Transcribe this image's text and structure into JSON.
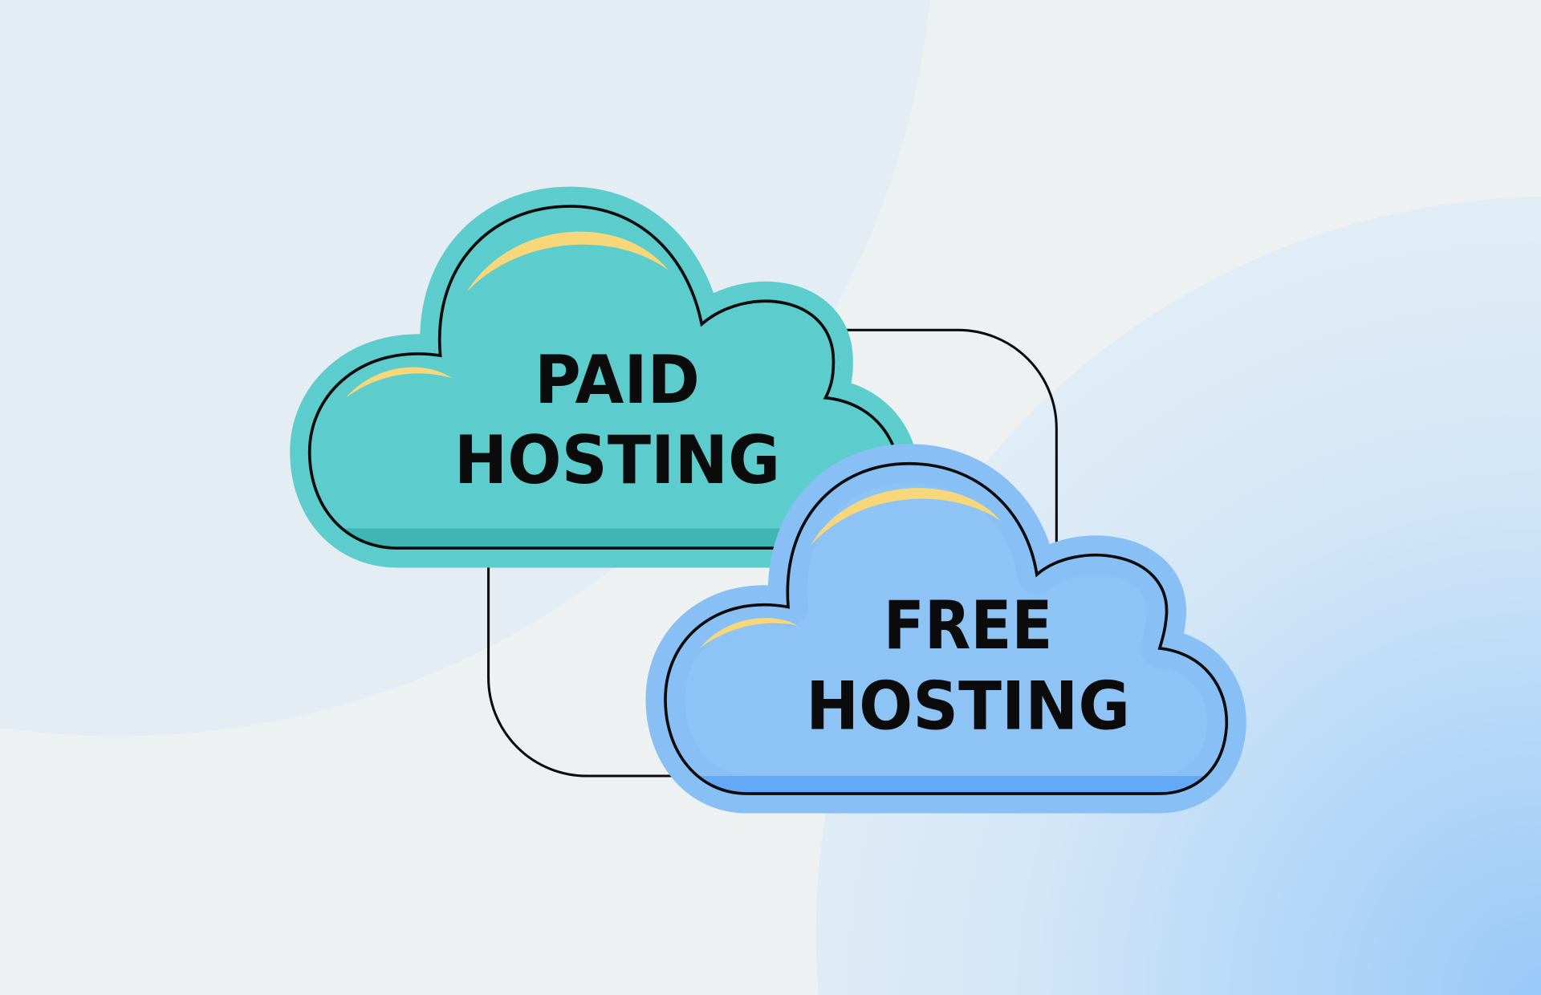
{
  "paid_cloud": {
    "line1": "PAID",
    "line2": "HOSTING"
  },
  "free_cloud": {
    "line1": "FREE",
    "line2": "HOSTING"
  },
  "colors": {
    "background": "#eef1f2",
    "paid_fill": "#5ccdcc",
    "paid_shadow": "#3fb6b4",
    "free_fill": "#8ec3f5",
    "free_shadow": "#64a8f8",
    "highlight": "#f8d77a",
    "outline": "#0b0b0b"
  }
}
